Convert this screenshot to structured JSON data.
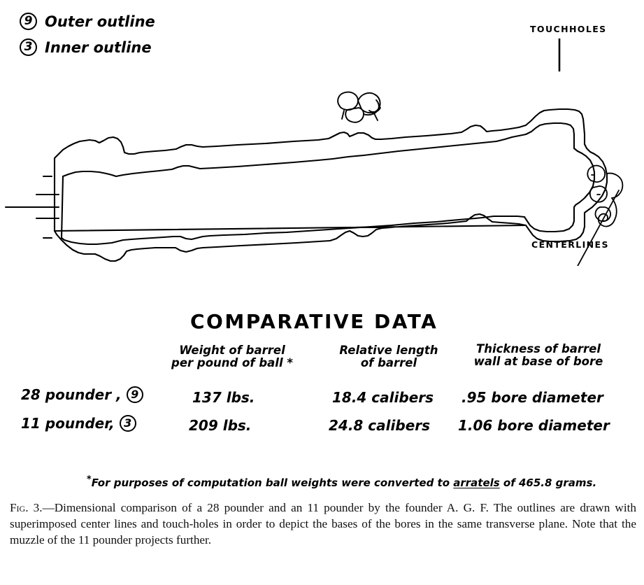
{
  "legend": {
    "items": [
      {
        "marker": "9",
        "label": "Outer outline"
      },
      {
        "marker": "3",
        "label": "Inner outline"
      }
    ]
  },
  "diagram": {
    "name": "cannon-barrel-outline-comparison",
    "annotations": [
      {
        "id": "touchholes",
        "label": "TOUCHHOLES"
      },
      {
        "id": "centerlines",
        "label": "CENTERLINES"
      }
    ]
  },
  "table": {
    "title": "COMPARATIVE   DATA",
    "columns": [
      "",
      "Weight of barrel\nper pound of ball *",
      "Relative length\nof barrel",
      "Thickness of barrel\nwall at base of bore"
    ],
    "rows": [
      {
        "label": "28 pounder ,",
        "marker": "9",
        "weight_per_pound": "137 lbs.",
        "relative_length": "18.4 calibers",
        "wall_thickness": ".95 bore diameter"
      },
      {
        "label": "11 pounder,",
        "marker": "3",
        "weight_per_pound": "209 lbs.",
        "relative_length": "24.8 calibers",
        "wall_thickness": "1.06 bore diameter"
      }
    ],
    "footnote_marker": "*",
    "footnote_pre": "For purposes of computation ball weights were converted to ",
    "footnote_underlined": "arratels",
    "footnote_post": " of 465.8 grams."
  },
  "caption": {
    "figure_number": "Fig. 3.",
    "text": "—Dimensional comparison of a 28 pounder and an 11 pounder by the founder A. G. F. The outlines are drawn with superimposed center lines and touch-holes in order to depict the bases of the bores in the same transverse plane. Note that the muzzle of the 11 pounder projects further."
  },
  "colors": {
    "ink": "#000000",
    "paper": "#ffffff"
  }
}
